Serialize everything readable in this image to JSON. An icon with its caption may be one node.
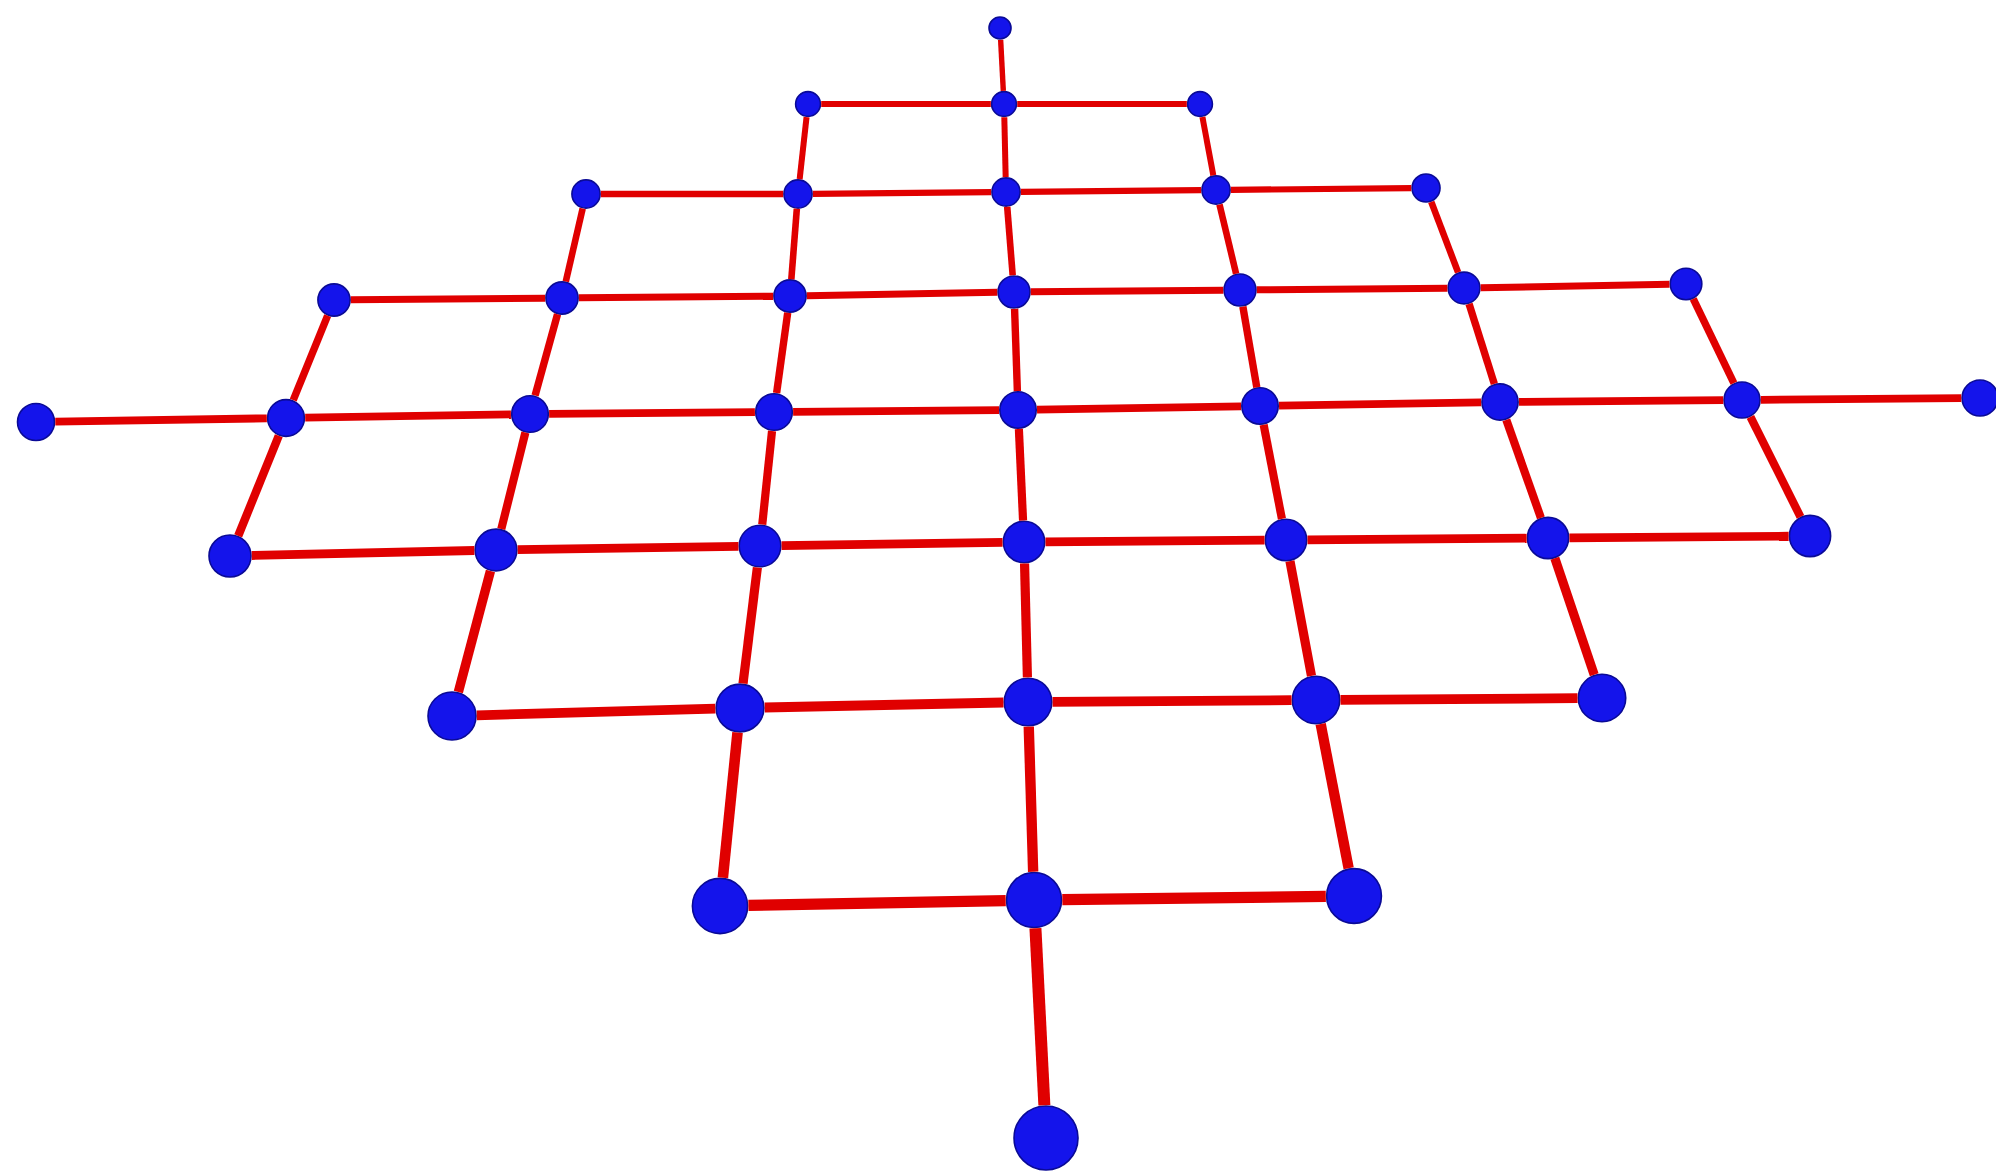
{
  "diagram": {
    "nodes": [
      {
        "text": [],
        "shape": "circle"
      },
      {
        "text": [],
        "shape": "circle"
      },
      {
        "text": [],
        "shape": "circle"
      },
      {
        "text": [],
        "shape": "circle"
      },
      {
        "text": [],
        "shape": "circle"
      },
      {
        "text": [],
        "shape": "circle"
      },
      {
        "text": [],
        "shape": "circle"
      },
      {
        "text": [],
        "shape": "circle"
      },
      {
        "text": [],
        "shape": "circle"
      },
      {
        "text": [],
        "shape": "circle"
      },
      {
        "text": [],
        "shape": "circle"
      },
      {
        "text": [],
        "shape": "circle"
      },
      {
        "text": [],
        "shape": "circle"
      },
      {
        "text": [],
        "shape": "circle"
      },
      {
        "text": [],
        "shape": "circle"
      },
      {
        "text": [],
        "shape": "circle"
      },
      {
        "text": [],
        "shape": "circle"
      },
      {
        "text": [],
        "shape": "circle"
      },
      {
        "text": [],
        "shape": "circle"
      },
      {
        "text": [],
        "shape": "circle"
      },
      {
        "text": [],
        "shape": "circle"
      },
      {
        "text": [],
        "shape": "circle"
      },
      {
        "text": [],
        "shape": "circle"
      },
      {
        "text": [],
        "shape": "circle"
      },
      {
        "text": [],
        "shape": "circle"
      },
      {
        "text": [],
        "shape": "circle"
      },
      {
        "text": [],
        "shape": "circle"
      },
      {
        "text": [],
        "shape": "circle"
      },
      {
        "text": [],
        "shape": "circle"
      },
      {
        "text": [],
        "shape": "circle"
      },
      {
        "text": [],
        "shape": "circle"
      },
      {
        "text": [],
        "shape": "circle"
      },
      {
        "text": [],
        "shape": "circle"
      },
      {
        "text": [],
        "shape": "circle"
      },
      {
        "text": [],
        "shape": "circle"
      },
      {
        "text": [],
        "shape": "circle"
      },
      {
        "text": [],
        "shape": "circle"
      },
      {
        "text": [],
        "shape": "circle"
      },
      {
        "text": [],
        "shape": "circle"
      },
      {
        "text": [],
        "shape": "circle"
      },
      {
        "text": [],
        "shape": "circle"
      }
    ],
    "edges": [
      {
        "from": 1,
        "to": 2,
        "arrow": "none"
      },
      {
        "from": 2,
        "to": 3,
        "arrow": "none"
      },
      {
        "from": 4,
        "to": 5,
        "arrow": "none"
      },
      {
        "from": 5,
        "to": 6,
        "arrow": "none"
      },
      {
        "from": 6,
        "to": 7,
        "arrow": "none"
      },
      {
        "from": 7,
        "to": 8,
        "arrow": "none"
      },
      {
        "from": 9,
        "to": 10,
        "arrow": "none"
      },
      {
        "from": 10,
        "to": 11,
        "arrow": "none"
      },
      {
        "from": 11,
        "to": 12,
        "arrow": "none"
      },
      {
        "from": 12,
        "to": 13,
        "arrow": "none"
      },
      {
        "from": 13,
        "to": 14,
        "arrow": "none"
      },
      {
        "from": 14,
        "to": 15,
        "arrow": "none"
      },
      {
        "from": 16,
        "to": 17,
        "arrow": "none"
      },
      {
        "from": 17,
        "to": 18,
        "arrow": "none"
      },
      {
        "from": 18,
        "to": 19,
        "arrow": "none"
      },
      {
        "from": 19,
        "to": 20,
        "arrow": "none"
      },
      {
        "from": 20,
        "to": 21,
        "arrow": "none"
      },
      {
        "from": 21,
        "to": 22,
        "arrow": "none"
      },
      {
        "from": 22,
        "to": 23,
        "arrow": "none"
      },
      {
        "from": 23,
        "to": 24,
        "arrow": "none"
      },
      {
        "from": 25,
        "to": 26,
        "arrow": "none"
      },
      {
        "from": 26,
        "to": 27,
        "arrow": "none"
      },
      {
        "from": 27,
        "to": 28,
        "arrow": "none"
      },
      {
        "from": 28,
        "to": 29,
        "arrow": "none"
      },
      {
        "from": 29,
        "to": 30,
        "arrow": "none"
      },
      {
        "from": 30,
        "to": 31,
        "arrow": "none"
      },
      {
        "from": 32,
        "to": 33,
        "arrow": "none"
      },
      {
        "from": 33,
        "to": 34,
        "arrow": "none"
      },
      {
        "from": 34,
        "to": 35,
        "arrow": "none"
      },
      {
        "from": 35,
        "to": 36,
        "arrow": "none"
      },
      {
        "from": 37,
        "to": 38,
        "arrow": "none"
      },
      {
        "from": 38,
        "to": 39,
        "arrow": "none"
      },
      {
        "from": 0,
        "to": 2,
        "arrow": "none"
      },
      {
        "from": 1,
        "to": 5,
        "arrow": "none"
      },
      {
        "from": 2,
        "to": 6,
        "arrow": "none"
      },
      {
        "from": 3,
        "to": 7,
        "arrow": "none"
      },
      {
        "from": 4,
        "to": 10,
        "arrow": "none"
      },
      {
        "from": 5,
        "to": 11,
        "arrow": "none"
      },
      {
        "from": 6,
        "to": 12,
        "arrow": "none"
      },
      {
        "from": 7,
        "to": 13,
        "arrow": "none"
      },
      {
        "from": 8,
        "to": 14,
        "arrow": "none"
      },
      {
        "from": 9,
        "to": 17,
        "arrow": "none"
      },
      {
        "from": 10,
        "to": 18,
        "arrow": "none"
      },
      {
        "from": 11,
        "to": 19,
        "arrow": "none"
      },
      {
        "from": 12,
        "to": 20,
        "arrow": "none"
      },
      {
        "from": 13,
        "to": 21,
        "arrow": "none"
      },
      {
        "from": 14,
        "to": 22,
        "arrow": "none"
      },
      {
        "from": 15,
        "to": 23,
        "arrow": "none"
      },
      {
        "from": 17,
        "to": 25,
        "arrow": "none"
      },
      {
        "from": 18,
        "to": 26,
        "arrow": "none"
      },
      {
        "from": 19,
        "to": 27,
        "arrow": "none"
      },
      {
        "from": 20,
        "to": 28,
        "arrow": "none"
      },
      {
        "from": 21,
        "to": 29,
        "arrow": "none"
      },
      {
        "from": 22,
        "to": 30,
        "arrow": "none"
      },
      {
        "from": 23,
        "to": 31,
        "arrow": "none"
      },
      {
        "from": 26,
        "to": 32,
        "arrow": "none"
      },
      {
        "from": 27,
        "to": 33,
        "arrow": "none"
      },
      {
        "from": 28,
        "to": 34,
        "arrow": "none"
      },
      {
        "from": 29,
        "to": 35,
        "arrow": "none"
      },
      {
        "from": 30,
        "to": 36,
        "arrow": "none"
      },
      {
        "from": 33,
        "to": 37,
        "arrow": "none"
      },
      {
        "from": 34,
        "to": 38,
        "arrow": "none"
      },
      {
        "from": 35,
        "to": 39,
        "arrow": "none"
      },
      {
        "from": 38,
        "to": 40,
        "arrow": "none"
      }
    ]
  }
}
